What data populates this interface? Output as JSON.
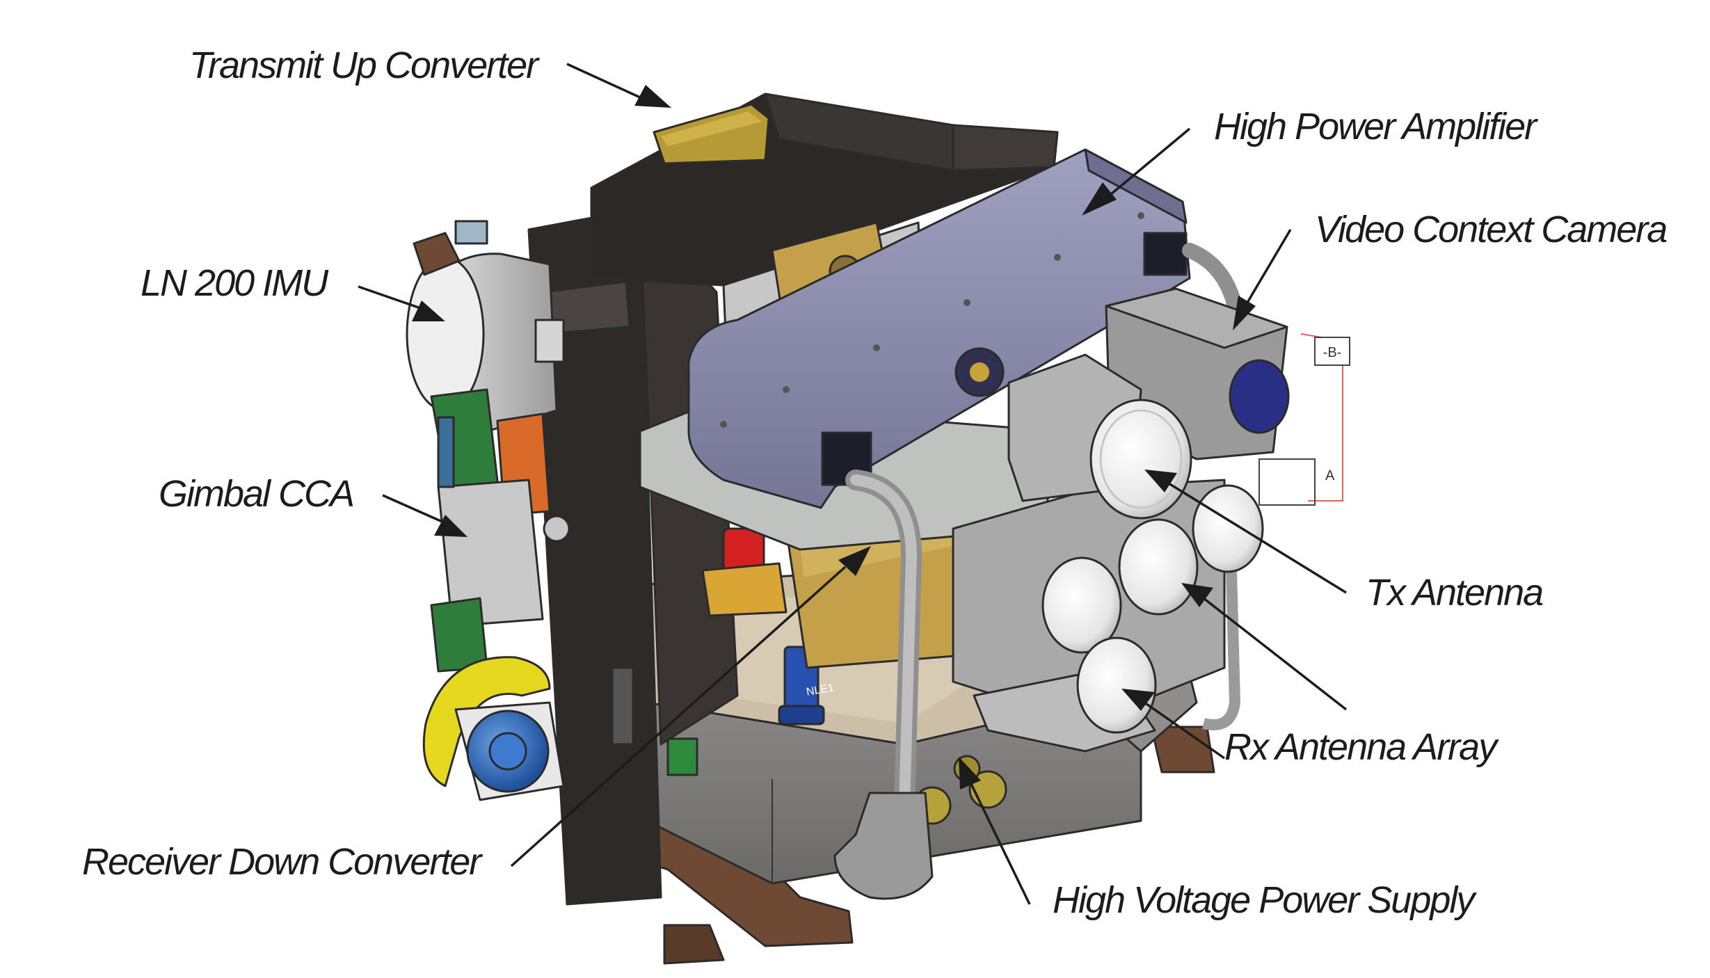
{
  "labels": {
    "transmit_up_converter": "Transmit Up Converter",
    "high_power_amplifier": "High Power Amplifier",
    "video_context_camera": "Video Context Camera",
    "ln200_imu": "LN 200 IMU",
    "gimbal_cca": "Gimbal CCA",
    "tx_antenna": "Tx Antenna",
    "rx_antenna_array": "Rx Antenna Array",
    "receiver_down_converter": "Receiver Down Converter",
    "high_voltage_power_supply": "High Voltage Power Supply"
  },
  "drawing_tags": {
    "datum_b": "-B-",
    "datum_a": "A",
    "body_marking": "NLE1"
  },
  "colors": {
    "background": "#ffffff",
    "amplifier_housing": "#8c8cae",
    "dark_frame": "#2e2a28",
    "base_plate": "#cdbfa7",
    "power_supply_box": "#7d7b79",
    "antenna_dome": "#f2f2f2",
    "antenna_housing": "#a9a9a9",
    "up_converter": "#b59a36",
    "gimbal_yellow": "#e6d81f",
    "gimbal_blue": "#2f6fc0",
    "brown_bracket": "#6e4a34",
    "green_board": "#2e7d3b",
    "orange_board": "#d96a2a",
    "red_fitting": "#d42020",
    "camera_lens": "#2a2f86",
    "leader_line": "#1c1c1c"
  }
}
